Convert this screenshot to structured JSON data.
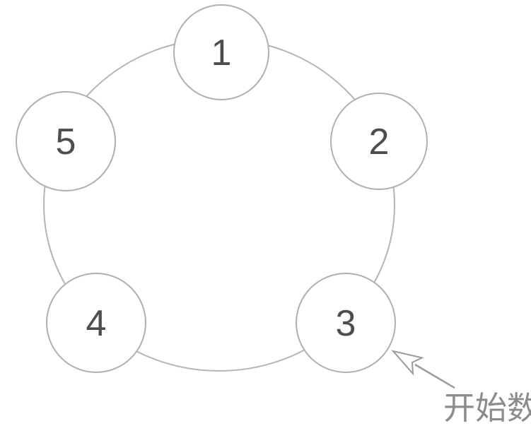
{
  "diagram": {
    "type": "counting-circle",
    "nodes": [
      {
        "label": "1"
      },
      {
        "label": "2"
      },
      {
        "label": "3"
      },
      {
        "label": "4"
      },
      {
        "label": "5"
      }
    ],
    "annotation": {
      "label": "开始数",
      "points_to_node": "3"
    },
    "colors": {
      "ring_stroke": "#b4b4b4",
      "node_fill": "#ffffff",
      "node_stroke": "#b0b0b0",
      "number_text": "#4d4d4d",
      "arrow": "#9c9c9c",
      "annotation_text": "#8c8c8c",
      "background": "#ffffff"
    }
  }
}
